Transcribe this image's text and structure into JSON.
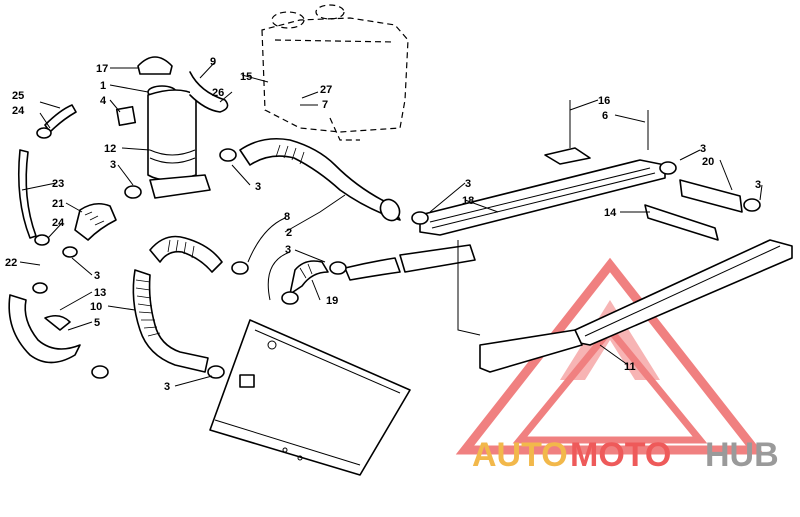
{
  "callouts": {
    "c1": "1",
    "c2": "2",
    "c3a": "3",
    "c3b": "3",
    "c3c": "3",
    "c3d": "3",
    "c3e": "3",
    "c3f": "3",
    "c3g": "3",
    "c4": "4",
    "c5": "5",
    "c6": "6",
    "c7": "7",
    "c8": "8",
    "c9": "9",
    "c10": "10",
    "c11": "11",
    "c12": "12",
    "c13": "13",
    "c14": "14",
    "c15": "15",
    "c16": "16",
    "c17": "17",
    "c18": "18",
    "c19": "19",
    "c20": "20",
    "c21": "21",
    "c22": "22",
    "c23": "23",
    "c24a": "24",
    "c24b": "24",
    "c25": "25",
    "c26": "26",
    "c27": "27"
  },
  "watermark": {
    "part1": "AUTO",
    "part2": "MOTO",
    "part3": "HUB",
    "color_auto": "#f2b84b",
    "color_moto": "#ee5a5a",
    "color_hub": "#9a9a9a",
    "triangle_color": "#ee6b6b"
  }
}
